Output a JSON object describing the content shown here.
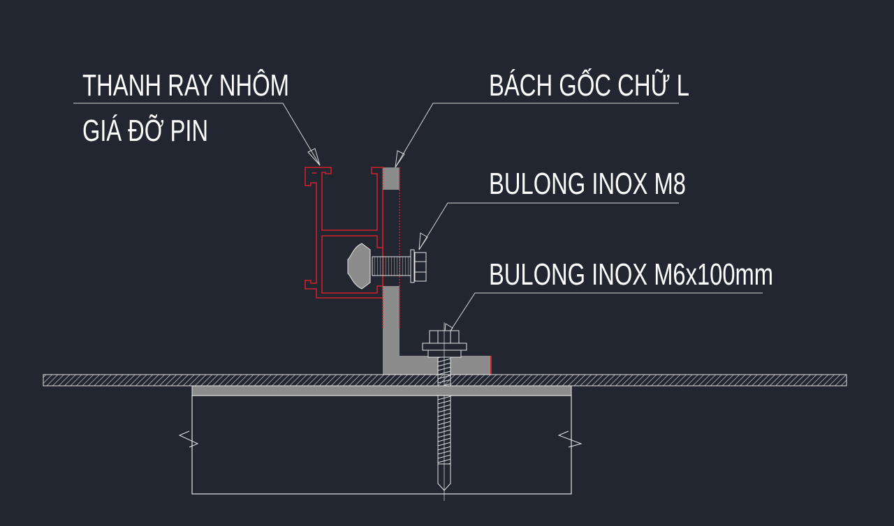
{
  "drawing": {
    "labels": {
      "rail": "THANH RAY NHÔM",
      "rail_sub": "GIÁ ĐỠ PIN",
      "bracket": "BÁCH GỐC CHỮ L",
      "bolt_m8": "BULONG INOX M8",
      "bolt_m6": "BULONG INOX M6x100mm"
    },
    "colors": {
      "background": "#212630",
      "profile_red": "#d0202a",
      "fill_grey": "#8c8c8c",
      "line_white": "#e6e6e6"
    }
  }
}
